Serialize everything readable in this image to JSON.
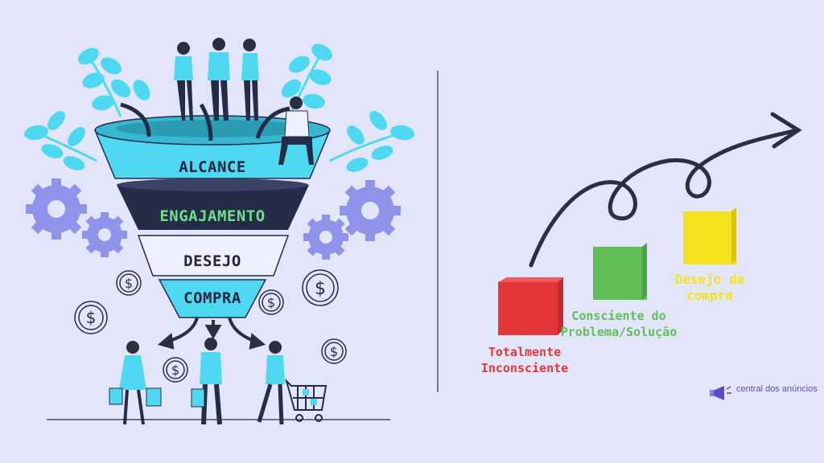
{
  "funnel": {
    "levels": [
      "ALCANCE",
      "ENGAJAMENTO",
      "DESEJO",
      "COMPRA"
    ]
  },
  "stages": [
    {
      "label_line1": "Totalmente",
      "label_line2": "Inconsciente",
      "color": "#e5373a"
    },
    {
      "label_line1": "Consciente do",
      "label_line2": "Problema/Solução",
      "color": "#5fbf56"
    },
    {
      "label_line1": "Desejo de",
      "label_line2": "compra",
      "color": "#f6e21c"
    }
  ],
  "brand": {
    "name": "central dos anúncios"
  },
  "colors": {
    "background": "#e3e6fa",
    "accent": "#4fd8f1",
    "dark": "#252c48",
    "gear": "#8f93ea"
  }
}
